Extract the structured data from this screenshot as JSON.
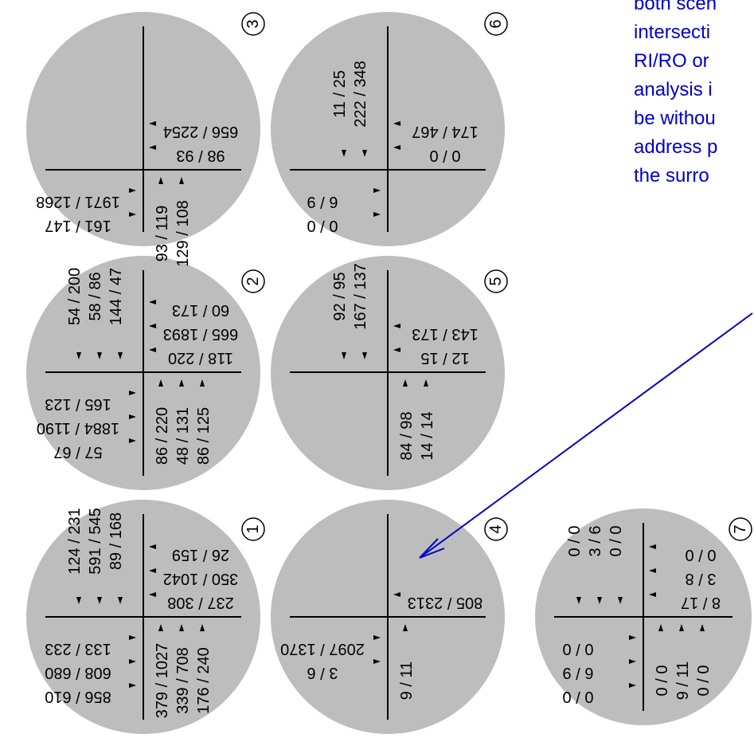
{
  "colors": {
    "circle_fill": "#bdbdbd",
    "line": "#000000",
    "note_text": "#0000cc",
    "arrow": "#0000cc"
  },
  "note": {
    "lines": [
      "both scen",
      "intersecti",
      "RI/RO or",
      "analysis i",
      "be withou",
      "address p",
      "the surro"
    ]
  },
  "intersections": [
    {
      "number": "3",
      "north_approach": [],
      "east_approach": [
        "656 / 2254",
        "98 / 93"
      ],
      "west_approach": [
        "1971 / 1268",
        "161 / 147"
      ],
      "south_approach": [
        "93 / 119",
        "129 / 108"
      ]
    },
    {
      "number": "6",
      "north_approach": [
        "11 / 25",
        "222 / 348"
      ],
      "east_approach": [
        "174 / 467",
        "0 / 0"
      ],
      "west_approach": [
        "6 / 9",
        "0 / 0"
      ],
      "south_approach": []
    },
    {
      "number": "2",
      "north_approach": [
        "54 / 200",
        "58 / 86",
        "144 / 47"
      ],
      "east_approach": [
        "60 / 173",
        "665 / 1893",
        "118 / 220"
      ],
      "west_approach": [
        "165 / 123",
        "1884 / 1190",
        "57 / 67"
      ],
      "south_approach": [
        "86 / 220",
        "48 / 131",
        "86 / 125"
      ]
    },
    {
      "number": "5",
      "north_approach": [
        "92 / 95",
        "167 / 137"
      ],
      "east_approach": [
        "143 / 173",
        "12 / 15"
      ],
      "west_approach": [],
      "south_approach": [
        "84 / 98",
        "14 / 14"
      ]
    },
    {
      "number": "1",
      "north_approach": [
        "124 / 231",
        "591 / 545",
        "89 / 168"
      ],
      "east_approach": [
        "26 / 159",
        "350 / 1042",
        "237 / 308"
      ],
      "west_approach": [
        "133 / 233",
        "608 / 680",
        "856 / 610"
      ],
      "south_approach": [
        "379 / 1027",
        "339 / 708",
        "176 / 240"
      ]
    },
    {
      "number": "4",
      "north_approach": [],
      "east_approach": [
        "805 / 2313"
      ],
      "west_approach": [
        "2097 / 1370",
        "3 / 6"
      ],
      "south_approach": [
        "9 / 11"
      ]
    },
    {
      "number": "7",
      "north_approach": [
        "0 / 0",
        "3 / 6",
        "0 / 0"
      ],
      "east_approach": [
        "0 / 0",
        "3 / 8",
        "8 / 17"
      ],
      "west_approach": [
        "0 / 0",
        "6 / 9",
        "0 / 0"
      ],
      "south_approach": [
        "0 / 0",
        "9 / 11",
        "0 / 0"
      ]
    }
  ]
}
